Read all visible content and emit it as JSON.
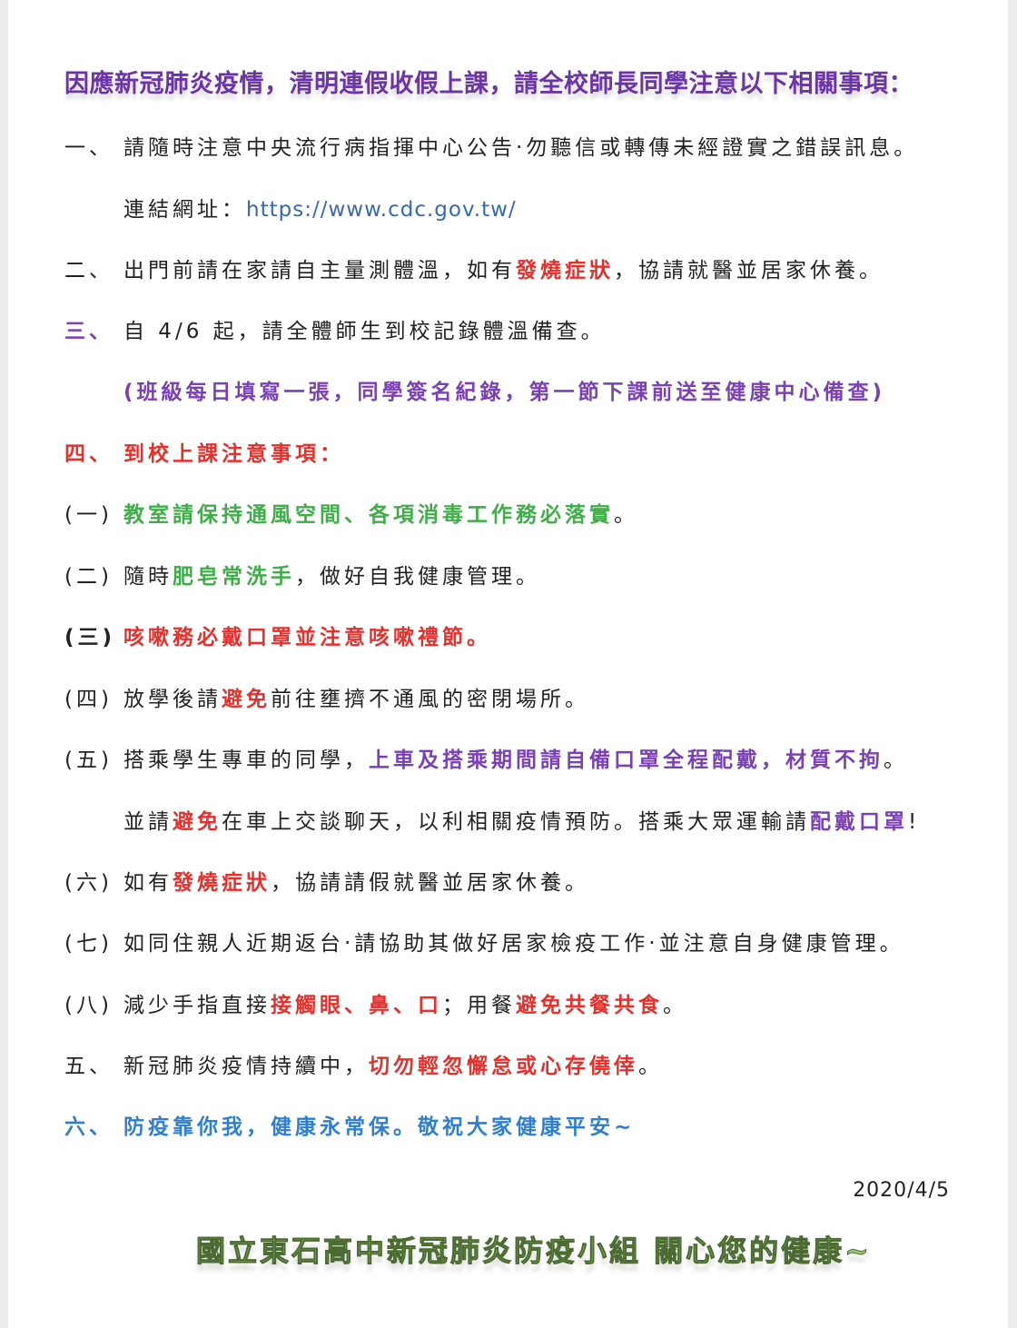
{
  "title": "因應新冠肺炎疫情，清明連假收假上課，請全校師長同學注意以下相關事項：",
  "lines": [
    {
      "marker": "一、",
      "marker_style": "dark",
      "segments": [
        {
          "t": "請隨時注意中央流行病指揮中心公告‧勿聽信或轉傳未經證實之錯誤訊息。",
          "c": "dark"
        }
      ]
    },
    {
      "marker": "",
      "marker_style": "dark",
      "segments": [
        {
          "t": "連結網址：",
          "c": "dark"
        },
        {
          "t": "https://www.cdc.gov.tw/",
          "c": "link"
        }
      ]
    },
    {
      "marker": "二、",
      "marker_style": "dark",
      "segments": [
        {
          "t": "出門前請在家請自主量測體溫，如有",
          "c": "dark"
        },
        {
          "t": "發燒症狀",
          "c": "red"
        },
        {
          "t": "，協請就醫並居家休養。",
          "c": "dark"
        }
      ]
    },
    {
      "marker": "三、",
      "marker_style": "purple",
      "segments": [
        {
          "t": "自 4/6 起，請全體師生到校記錄體溫備查。",
          "c": "dark"
        }
      ]
    },
    {
      "marker": "",
      "marker_style": "dark",
      "segments": [
        {
          "t": "(班級每日填寫一張，同學簽名紀錄，第一節下課前送至健康中心備查)",
          "c": "purple"
        }
      ]
    },
    {
      "marker": "四、",
      "marker_style": "red",
      "segments": [
        {
          "t": "到校上課注意事項：",
          "c": "red"
        }
      ]
    },
    {
      "marker": "(一)",
      "marker_style": "dark",
      "segments": [
        {
          "t": "教室請保持通風空間、各項消毒工作務必落實",
          "c": "green"
        },
        {
          "t": "。",
          "c": "dark"
        }
      ]
    },
    {
      "marker": "(二)",
      "marker_style": "dark",
      "segments": [
        {
          "t": "隨時",
          "c": "dark"
        },
        {
          "t": "肥皂常洗手",
          "c": "green"
        },
        {
          "t": "，做好自我健康管理。",
          "c": "dark"
        }
      ]
    },
    {
      "marker": "(三)",
      "marker_style": "bold",
      "segments": [
        {
          "t": "咳嗽務必戴口罩並注意咳嗽禮節。",
          "c": "red"
        }
      ]
    },
    {
      "marker": "(四)",
      "marker_style": "dark",
      "segments": [
        {
          "t": "放學後請",
          "c": "dark"
        },
        {
          "t": "避免",
          "c": "red"
        },
        {
          "t": "前往壅擠不通風的密閉場所。",
          "c": "dark"
        }
      ]
    },
    {
      "marker": "(五)",
      "marker_style": "dark",
      "segments": [
        {
          "t": "搭乘學生專車的同學，",
          "c": "dark"
        },
        {
          "t": "上車及搭乘期間請自備口罩全程配戴，材質不拘",
          "c": "purple"
        },
        {
          "t": "。",
          "c": "dark"
        }
      ]
    },
    {
      "marker": "",
      "marker_style": "dark",
      "segments": [
        {
          "t": "並請",
          "c": "dark"
        },
        {
          "t": "避免",
          "c": "red"
        },
        {
          "t": "在車上交談聊天，以利相關疫情預防。搭乘大眾運輸請",
          "c": "dark"
        },
        {
          "t": "配戴口罩",
          "c": "purple"
        },
        {
          "t": "!",
          "c": "dark"
        }
      ]
    },
    {
      "marker": "(六)",
      "marker_style": "dark",
      "segments": [
        {
          "t": "如有",
          "c": "dark"
        },
        {
          "t": "發燒症狀",
          "c": "red"
        },
        {
          "t": "，協請請假就醫並居家休養。",
          "c": "dark"
        }
      ]
    },
    {
      "marker": "(七)",
      "marker_style": "dark",
      "segments": [
        {
          "t": "如同住親人近期返台‧請協助其做好居家檢疫工作‧並注意自身健康管理。",
          "c": "dark"
        }
      ]
    },
    {
      "marker": "(八)",
      "marker_style": "dark",
      "segments": [
        {
          "t": "減少手指直接",
          "c": "dark"
        },
        {
          "t": "接觸眼、鼻、口",
          "c": "red"
        },
        {
          "t": "；用餐",
          "c": "dark"
        },
        {
          "t": "避免共餐共食",
          "c": "red"
        },
        {
          "t": "。",
          "c": "dark"
        }
      ]
    },
    {
      "marker": "五、",
      "marker_style": "dark",
      "segments": [
        {
          "t": "新冠肺炎疫情持續中，",
          "c": "dark"
        },
        {
          "t": "切勿輕忽懈怠或心存僥倖",
          "c": "red"
        },
        {
          "t": "。",
          "c": "dark"
        }
      ]
    },
    {
      "marker": "六、",
      "marker_style": "blue",
      "segments": [
        {
          "t": "防疫靠你我，健康永常保。敬祝大家健康平安~",
          "c": "blue"
        }
      ]
    }
  ],
  "date": "2020/4/5",
  "footer": "國立東石高中新冠肺炎防疫小組 關心您的健康~",
  "colors": {
    "title": "#6b35a8",
    "red": "#e5302c",
    "green": "#3fae49",
    "purple": "#7b3fb8",
    "blue": "#2f7fd0",
    "link": "#3668b3"
  }
}
